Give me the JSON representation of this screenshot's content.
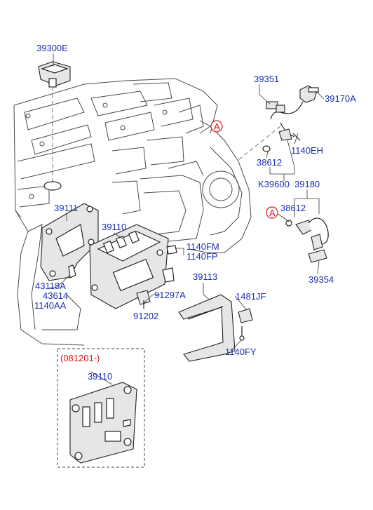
{
  "labels": {
    "l39300e": "39300E",
    "l39351": "39351",
    "l39170a": "39170A",
    "l1140eh": "1140EH",
    "l38612a": "38612",
    "lk39600": "K39600",
    "l39180": "39180",
    "l38612b": "38612",
    "l39111": "39111",
    "l39110": "39110",
    "l1140fm": "1140FM",
    "l1140fp": "1140FP",
    "l39354": "39354",
    "l39113": "39113",
    "l43118a": "43118A",
    "l43614": "43614",
    "l1140aa": "1140AA",
    "l91297a": "91297A",
    "l1481jf": "1481JF",
    "l91202": "91202",
    "l1140fy": "1140FY",
    "l081201": "(081201-)",
    "l39110b": "39110"
  },
  "markers": {
    "a1": "A",
    "a2": "A"
  },
  "colors": {
    "label_blue": "#1a2fb0",
    "label_red": "#e0161b"
  }
}
